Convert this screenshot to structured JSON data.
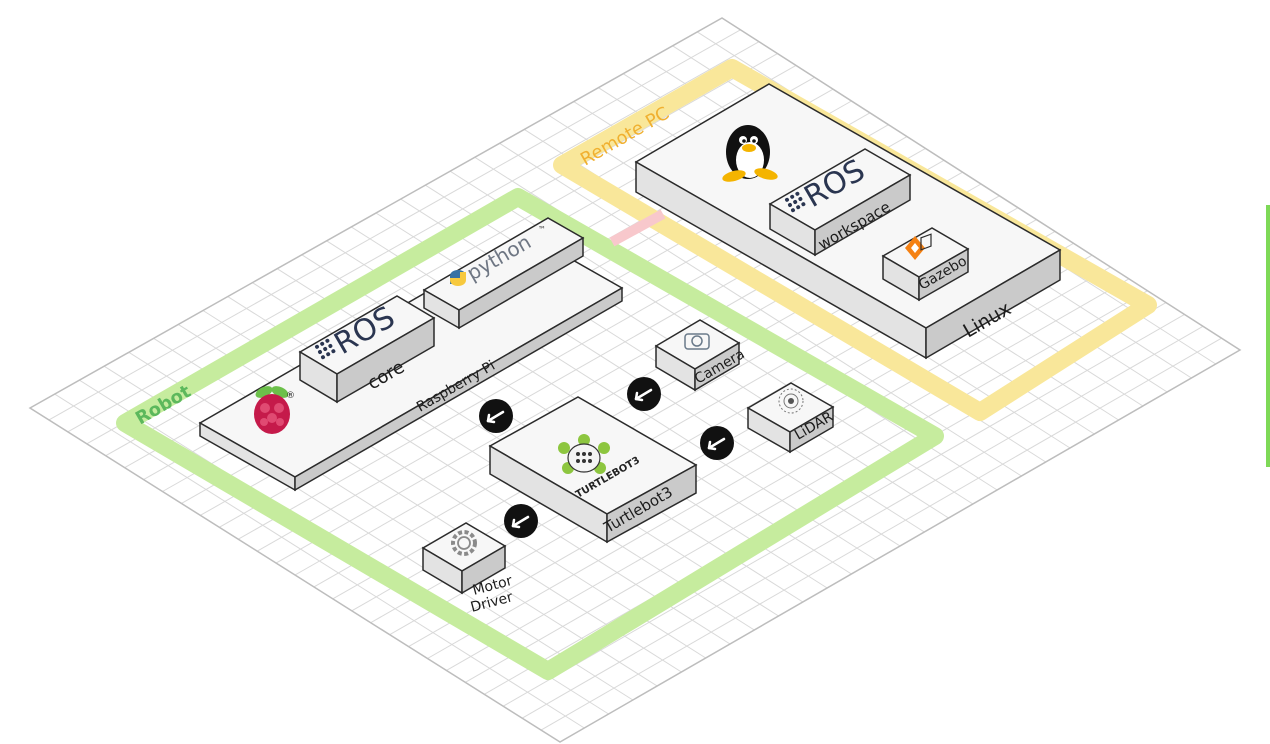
{
  "zones": {
    "robot": {
      "label": "Robot",
      "color": "#c6ec9e"
    },
    "remote_pc": {
      "label": "Remote PC",
      "color": "#f9e79a"
    }
  },
  "boards": {
    "raspberry_pi": {
      "label": "Raspberry Pi",
      "icon": "raspberry-pi-logo",
      "registered_mark": "®"
    },
    "linux": {
      "label": "Linux",
      "icon": "tux-penguin-logo"
    }
  },
  "modules": {
    "ros_core": {
      "logo_text": "ROS",
      "label": "core"
    },
    "python": {
      "logo_text": "python",
      "trademark": "™",
      "icon": "python-logo"
    },
    "ros_workspace": {
      "logo_text": "ROS",
      "label": "workspace"
    },
    "gazebo": {
      "label": "Gazebo",
      "icon": "gazebo-logo"
    },
    "camera": {
      "label": "Camera",
      "icon": "camera-icon"
    },
    "lidar": {
      "label": "LiDAR",
      "icon": "lidar-icon"
    },
    "turtlebot": {
      "label": "Turtlebot3",
      "logo_text": "TURTLEBOT3",
      "icon": "turtlebot-logo"
    },
    "motor_driver": {
      "label_line1": "Motor",
      "label_line2": "Driver",
      "icon": "gear-icon"
    }
  },
  "connections": [
    {
      "from": "turtlebot",
      "to": "raspberry_pi",
      "icon": "arrow-icon"
    },
    {
      "from": "turtlebot",
      "to": "camera",
      "icon": "arrow-icon"
    },
    {
      "from": "turtlebot",
      "to": "lidar",
      "icon": "arrow-icon"
    },
    {
      "from": "turtlebot",
      "to": "motor_driver",
      "icon": "arrow-icon"
    },
    {
      "from": "robot",
      "to": "remote_pc",
      "style": "link-bar"
    }
  ],
  "colors": {
    "grid_line": "#d9d9d9",
    "box_top": "#f7f7f7",
    "box_left": "#e3e3e3",
    "box_right": "#cacaca",
    "outline": "#2b2b2b",
    "link": "#f8c8cc",
    "arrow_badge": "#111111",
    "raspberry_red": "#c51a4a",
    "raspberry_green": "#6cc04a",
    "gazebo_orange": "#f58113",
    "turtle_green": "#8dc63f"
  }
}
